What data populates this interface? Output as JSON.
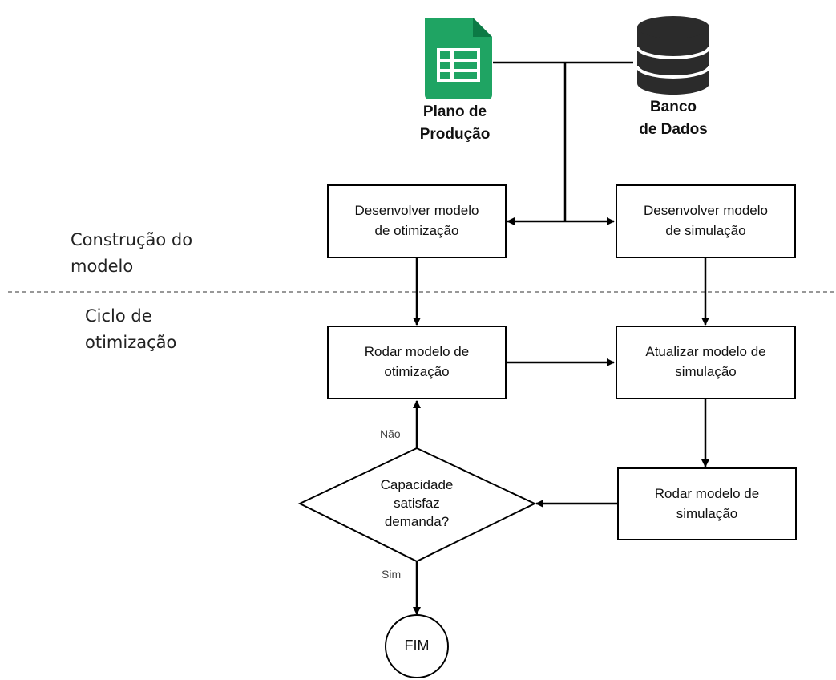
{
  "sources": {
    "sheet_label": "Plano de\nProdução",
    "db_label": "Banco\nde Dados"
  },
  "sections": {
    "build": "Construção do\nmodelo",
    "cycle": "Ciclo de\notimização"
  },
  "nodes": {
    "dev_opt": "Desenvolver modelo\nde otimização",
    "dev_sim": "Desenvolver modelo\nde simulação",
    "run_opt": "Rodar modelo de\notimização",
    "update_sim": "Atualizar  modelo de\nsimulação",
    "run_sim": "Rodar modelo de\nsimulação",
    "decision": "Capacidade\nsatisfaz\ndemanda?",
    "end": "FIM"
  },
  "edges": {
    "no": "Não",
    "yes": "Sim"
  },
  "colors": {
    "sheet_green": "#1fa463",
    "sheet_dark": "#0c7a45",
    "db_dark": "#2b2b2b"
  }
}
